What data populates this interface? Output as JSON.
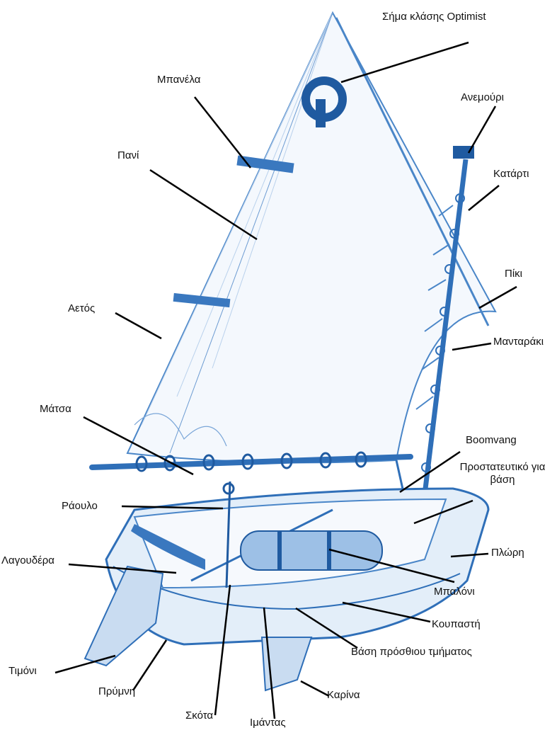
{
  "labels": {
    "class_insignia": "Σήμα κλάσης Optimist",
    "batten": "Μπανέλα",
    "wind_indicator": "Ανεμούρι",
    "sail": "Πανί",
    "mast": "Κατάρτι",
    "sprit": "Πίκι",
    "leech": "Αετός",
    "sail_ties": "Μανταράκι",
    "boom": "Μάτσα",
    "boomvang": "Boomvang",
    "mast_step_protector": "Προστατευτικό για βάση",
    "block": "Ράουλο",
    "bow": "Πλώρη",
    "tiller": "Λαγουδέρα",
    "buoyancy_bag": "Μπαλόνι",
    "gunwale": "Κουπαστή",
    "thwart_support": "Βάση πρόσθιου τμήματος",
    "rudder": "Τιμόνι",
    "stern": "Πρύμνη",
    "centreboard": "Καρίνα",
    "mainsheet": "Σκότα",
    "hiking_strap": "Ιμάντας"
  },
  "colors": {
    "sketch": "#2f6fb8",
    "sketch_light": "#8fb6e0",
    "sketch_fill": "#dce9f7",
    "leader": "#000000"
  }
}
